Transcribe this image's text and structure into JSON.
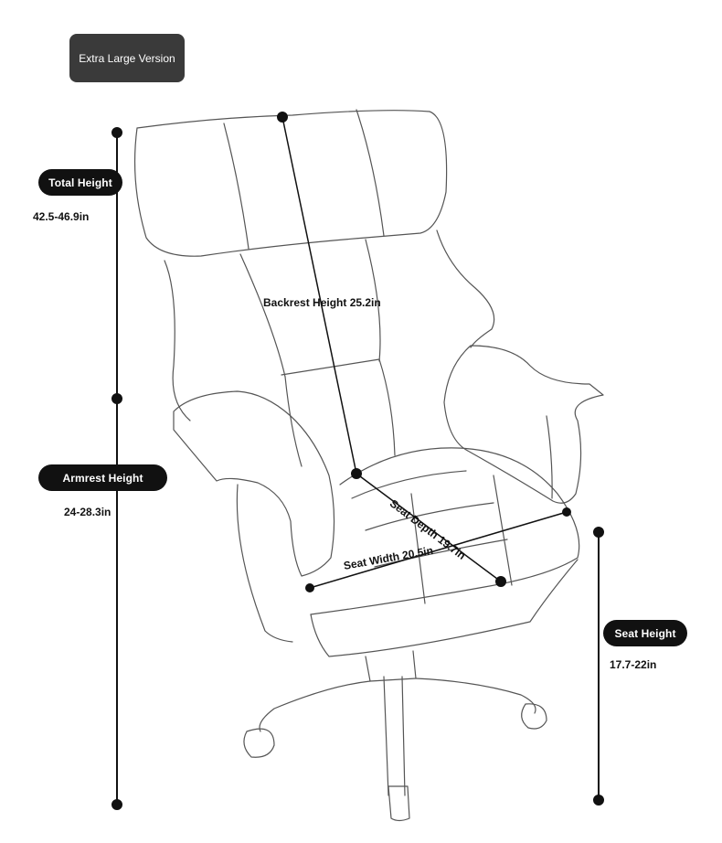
{
  "version_badge": "Extra Large Version",
  "dimensions": {
    "total_height": {
      "label": "Total Height",
      "value": "42.5-46.9in"
    },
    "armrest_height": {
      "label": "Armrest Height",
      "value": "24-28.3in"
    },
    "seat_height": {
      "label": "Seat Height",
      "value": "17.7-22in"
    },
    "backrest_height": {
      "label": "Backrest Height 25.2in"
    },
    "seat_depth": {
      "label": "Seat Depth 19.7in"
    },
    "seat_width": {
      "label": "Seat Width 20.5in"
    }
  },
  "colors": {
    "ink": "#111111",
    "badge": "#3a3a3a",
    "line": "#555555"
  },
  "icons": [
    "office-chair-line-drawing"
  ]
}
